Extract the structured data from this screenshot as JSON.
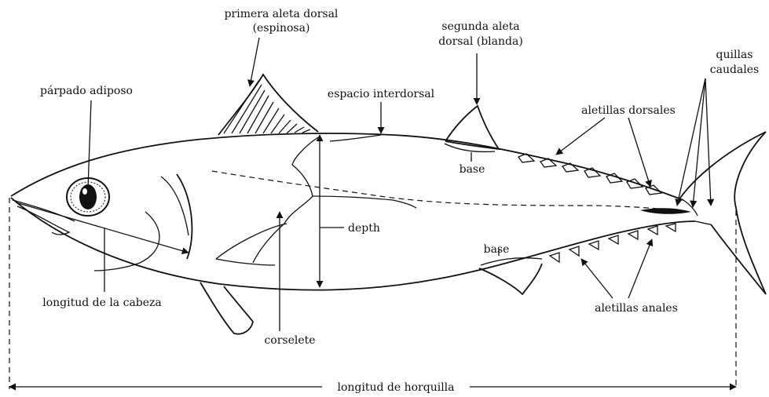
{
  "labels": {
    "primera_line1": "primera aleta dorsal",
    "primera_line2": "(espinosa)",
    "segunda_line1": "segunda aleta",
    "segunda_line2": "dorsal (blanda)",
    "quillas_line1": "quillas",
    "quillas_line2": "caudales",
    "parpado": "párpado adiposo",
    "espacio": "espacio interdorsal",
    "aletillas_dorsales": "aletillas dorsales",
    "base_dorsal": "base",
    "base_anal": "base",
    "depth": "depth",
    "longitud_cabeza": "longitud de la cabeza",
    "corselete": "corselete",
    "aletillas_anales": "aletillas anales",
    "horquilla": "longitud de horquilla"
  },
  "colors": {
    "ink": "#111111",
    "background": "#ffffff"
  }
}
